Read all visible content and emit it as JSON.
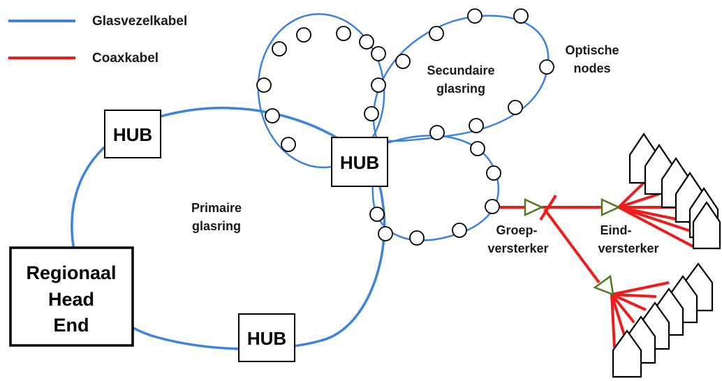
{
  "legend": {
    "fiber": {
      "label": "Glasvezelkabel",
      "color": "#3b83e0"
    },
    "coax": {
      "label": "Coaxkabel",
      "color": "#ef1c1c"
    }
  },
  "labels": {
    "primary_line1": "Primaire",
    "primary_line2": "glasring",
    "secondary_line1": "Secundaire",
    "secondary_line2": "glasring",
    "optical_line1": "Optische",
    "optical_line2": "nodes",
    "group_amp_line1": "Groep-",
    "group_amp_line2": "versterker",
    "end_amp_line1": "Eind-",
    "end_amp_line2": "versterker"
  },
  "head_end": {
    "line1": "Regionaal",
    "line2": "Head",
    "line3": "End"
  },
  "hubs": {
    "top": "HUB",
    "center": "HUB",
    "bottom": "HUB"
  },
  "colors": {
    "amplifier": "#4d7a1f",
    "node_stroke": "#000000"
  }
}
